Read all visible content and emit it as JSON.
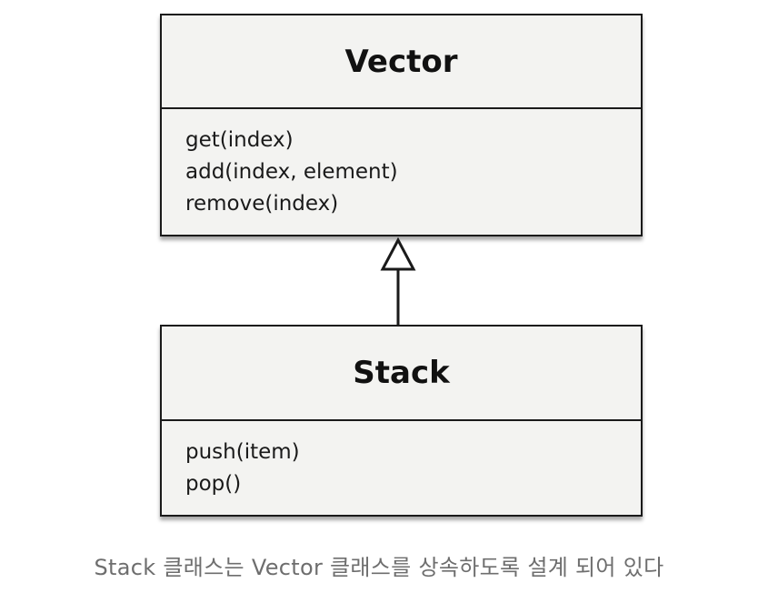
{
  "diagram": {
    "classes": [
      {
        "name": "Vector",
        "methods": [
          "get(index)",
          "add(index, element)",
          "remove(index)"
        ]
      },
      {
        "name": "Stack",
        "methods": [
          "push(item)",
          "pop()"
        ]
      }
    ],
    "relation": {
      "type": "inheritance",
      "from": "Stack",
      "to": "Vector"
    }
  },
  "caption": "Stack 클래스는 Vector 클래스를 상속하도록 설계 되어 있다"
}
